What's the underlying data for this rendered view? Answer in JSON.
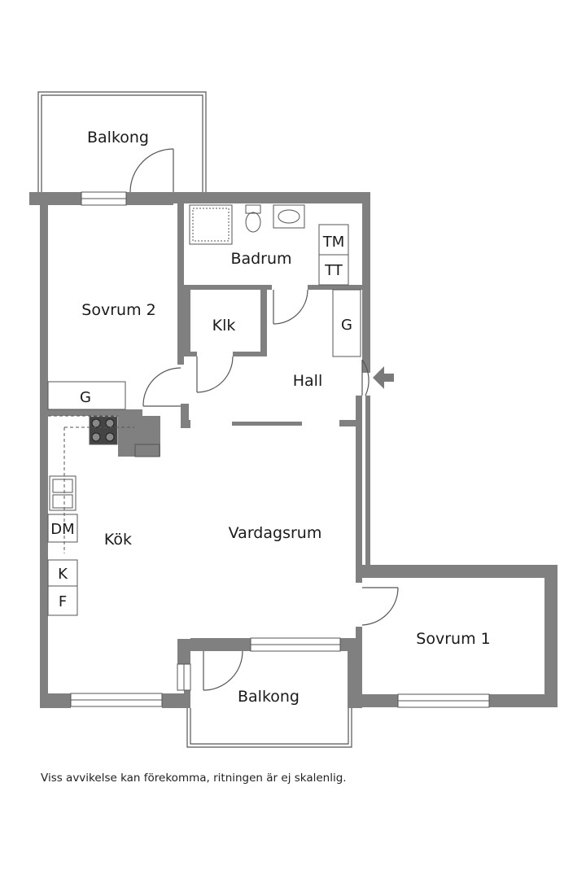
{
  "rooms": {
    "balkong_top": "Balkong",
    "sovrum2": "Sovrum 2",
    "badrum": "Badrum",
    "klk": "Klk",
    "hall": "Hall",
    "kok": "Kök",
    "vardagsrum": "Vardagsrum",
    "sovrum1": "Sovrum 1",
    "balkong_bottom": "Balkong"
  },
  "fixtures": {
    "tm": "TM",
    "tt": "TT",
    "g_hall": "G",
    "g_sovrum2": "G",
    "dm": "DM",
    "k": "K",
    "f": "F"
  },
  "disclaimer": "Viss avvikelse kan förekomma, ritningen är ej skalenlig.",
  "colors": {
    "wall": "#808080",
    "line": "#555555",
    "arrow": "#7a7a7a"
  }
}
